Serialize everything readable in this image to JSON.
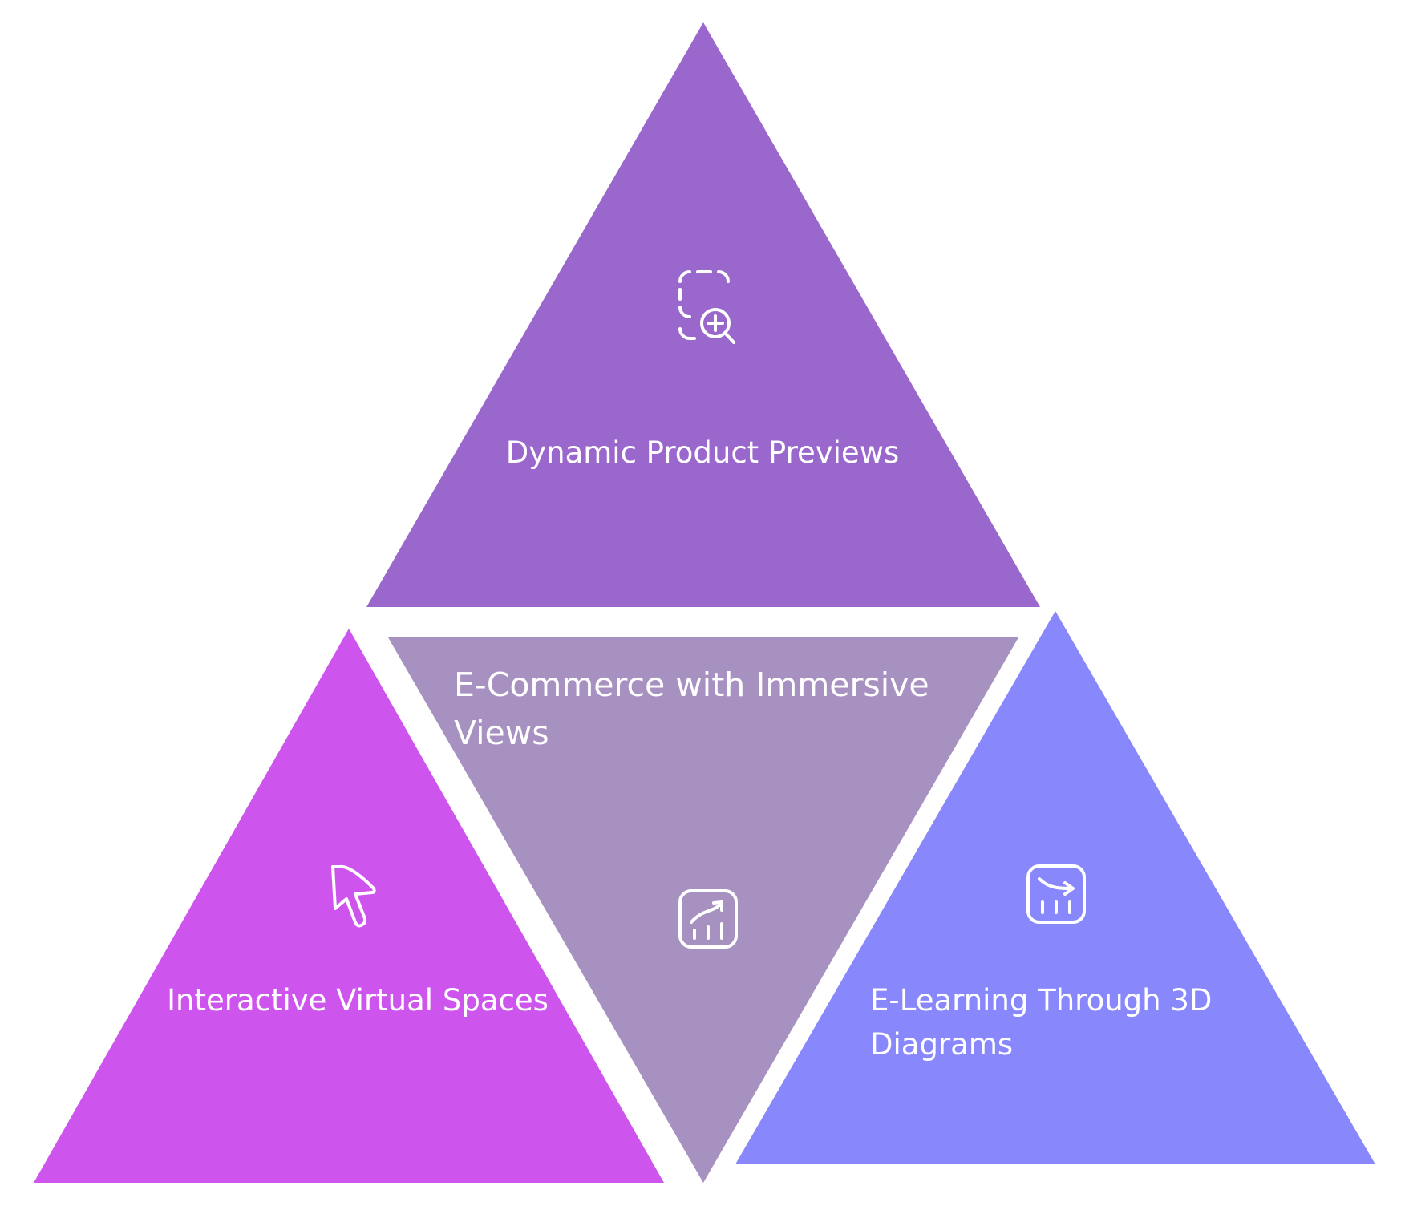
{
  "diagram": {
    "segments": [
      {
        "id": "top",
        "label_lines": [
          "Dynamic Product Previews"
        ],
        "icon": "search-zoom-in-icon",
        "color": "#9a68cc"
      },
      {
        "id": "center",
        "label_lines": [
          "E-Commerce with Immersive",
          "Views"
        ],
        "icon": "chart-trend-up-icon",
        "color": "#a791c0"
      },
      {
        "id": "left",
        "label_lines": [
          "Interactive Virtual Spaces"
        ],
        "icon": "cursor-pointer-icon",
        "color": "#ce54ee"
      },
      {
        "id": "right",
        "label_lines": [
          "E-Learning Through 3D",
          "Diagrams"
        ],
        "icon": "chart-trend-down-icon",
        "color": "#8888fc"
      }
    ]
  }
}
